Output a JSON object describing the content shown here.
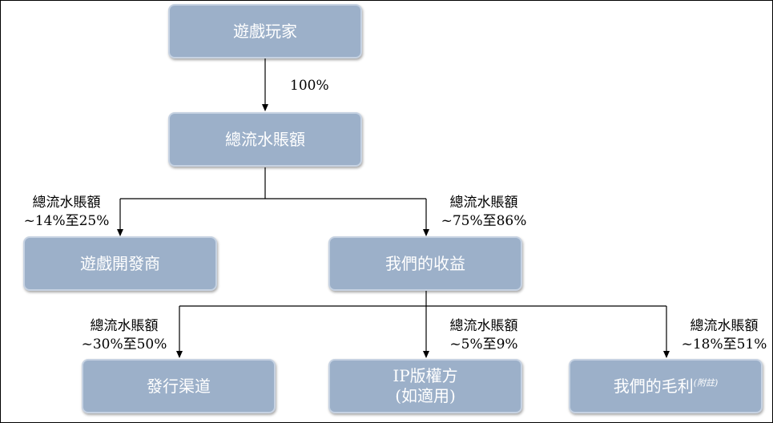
{
  "nodes": {
    "players": "遊戲玩家",
    "gross_billings": "總流水賬額",
    "developers": "遊戲開發商",
    "our_revenue": "我們的收益",
    "publishing_channels": "發行渠道",
    "ip_license_line1": "IP版權方",
    "ip_license_line2": "(如適用)",
    "our_gross_profit": "我們的毛利",
    "our_gross_profit_note": "(附註)"
  },
  "edges": {
    "players_to_billings": "100%",
    "to_developers_line1": "總流水賬額",
    "to_developers_line2": "~14%至25%",
    "to_revenue_line1": "總流水賬額",
    "to_revenue_line2": "~75%至86%",
    "to_channels_line1": "總流水賬額",
    "to_channels_line2": "~30%至50%",
    "to_ip_line1": "總流水賬額",
    "to_ip_line2": "~5%至9%",
    "to_profit_line1": "總流水賬額",
    "to_profit_line2": "~18%至51%"
  },
  "colors": {
    "box_fill": "#9cb0c9",
    "box_border": "#c6d2e2",
    "text_on_box": "#ffffff",
    "line": "#000000"
  }
}
